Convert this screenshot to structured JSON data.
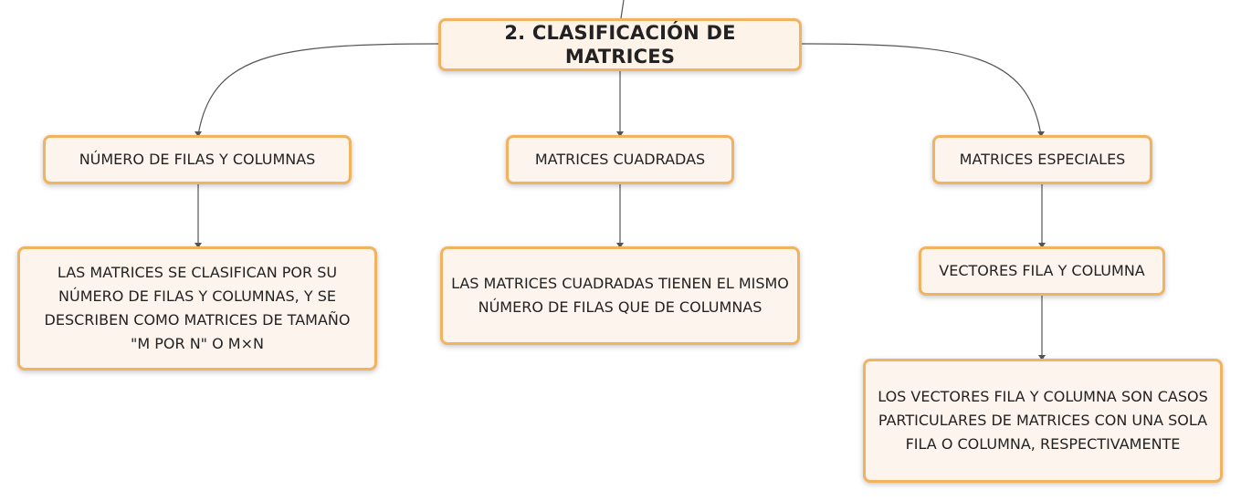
{
  "colors": {
    "node_border": "#f2b360",
    "node_fill": "#fdf5ed",
    "connector": "#555555"
  },
  "root": {
    "label": "2. CLASIFICACIÓN DE MATRICES"
  },
  "branches": [
    {
      "label": "NÚMERO DE FILAS Y COLUMNAS",
      "detail": "LAS MATRICES SE CLASIFICAN POR SU NÚMERO DE FILAS Y COLUMNAS, Y SE DESCRIBEN COMO MATRICES DE TAMAÑO \"M POR N\" O M×N"
    },
    {
      "label": "MATRICES CUADRADAS",
      "detail": "LAS MATRICES CUADRADAS TIENEN EL MISMO NÚMERO DE FILAS QUE DE COLUMNAS"
    },
    {
      "label": "MATRICES ESPECIALES",
      "child": {
        "label": "VECTORES FILA Y COLUMNA",
        "detail": "LOS VECTORES FILA Y COLUMNA SON CASOS PARTICULARES DE MATRICES CON UNA SOLA FILA O COLUMNA, RESPECTIVAMENTE"
      }
    }
  ]
}
